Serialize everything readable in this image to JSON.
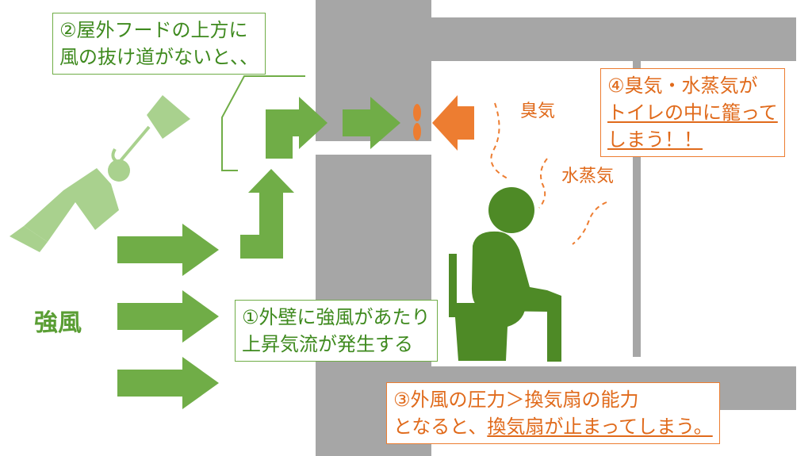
{
  "labels": {
    "strong_wind": "強風",
    "odor": "臭気",
    "steam": "水蒸気"
  },
  "callouts": {
    "c1": {
      "line1": "①外壁に強風があたり",
      "line2": "上昇気流が発生する"
    },
    "c2": {
      "line1": "②屋外フードの上方に",
      "line2": "風の抜け道がないと、、"
    },
    "c3": {
      "line1": "③外風の圧力＞換気扇の能力",
      "line2a": "となると、",
      "line2b": "換気扇が止まってしまう。"
    },
    "c4": {
      "line1": "④臭気・水蒸気が",
      "line2": "トイレの中に籠って",
      "line3": "しまう！！"
    }
  },
  "colors": {
    "wall": "#a6a6a6",
    "green_arrow": "#70ad47",
    "dark_green": "#4e8a26",
    "light_green": "#a9d18e",
    "orange": "#ed7d31"
  }
}
